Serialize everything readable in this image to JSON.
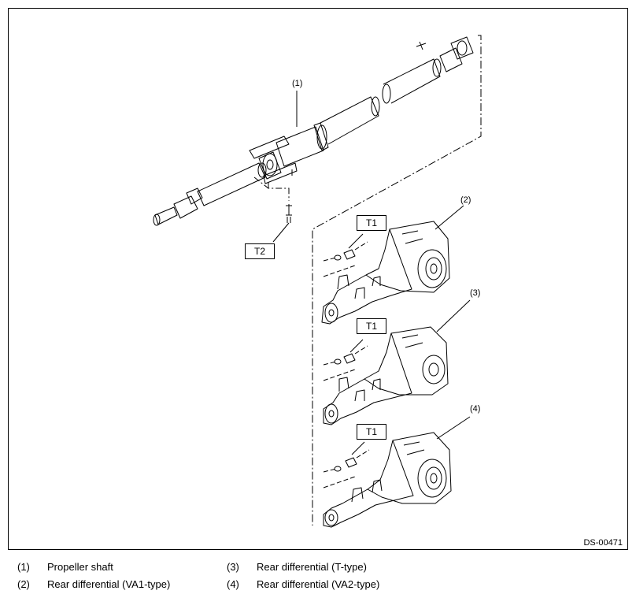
{
  "callouts": {
    "c1": "(1)",
    "c2": "(2)",
    "c3": "(3)",
    "c4": "(4)"
  },
  "torque_labels": {
    "shaft_bolt": "T2",
    "diff_va1": "T1",
    "diff_t": "T1",
    "diff_va2": "T1"
  },
  "figure_code": "DS-00471",
  "legend": [
    {
      "num": "(1)",
      "text": "Propeller shaft"
    },
    {
      "num": "(2)",
      "text": "Rear differential (VA1-type)"
    },
    {
      "num": "(3)",
      "text": "Rear differential (T-type)"
    },
    {
      "num": "(4)",
      "text": "Rear differential (VA2-type)"
    }
  ]
}
